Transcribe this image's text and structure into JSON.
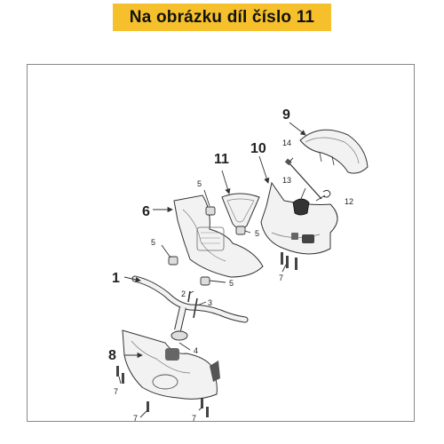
{
  "banner": {
    "text": "Na obrázku díl číslo 11"
  },
  "colors": {
    "banner_bg": "#f5c02b",
    "frame": "#888888",
    "part_fill": "#f2f2f2",
    "line": "#333333"
  },
  "callouts": {
    "c1": "1",
    "c2": "2",
    "c3": "3",
    "c4": "4",
    "c5a": "5",
    "c5b": "5",
    "c5c": "5",
    "c5d": "5",
    "c6": "6",
    "c7a": "7",
    "c7b": "7",
    "c7c": "7",
    "c7d": "7",
    "c8": "8",
    "c9": "9",
    "c10": "10",
    "c11": "11",
    "c12": "12",
    "c13": "13",
    "c14": "14"
  }
}
